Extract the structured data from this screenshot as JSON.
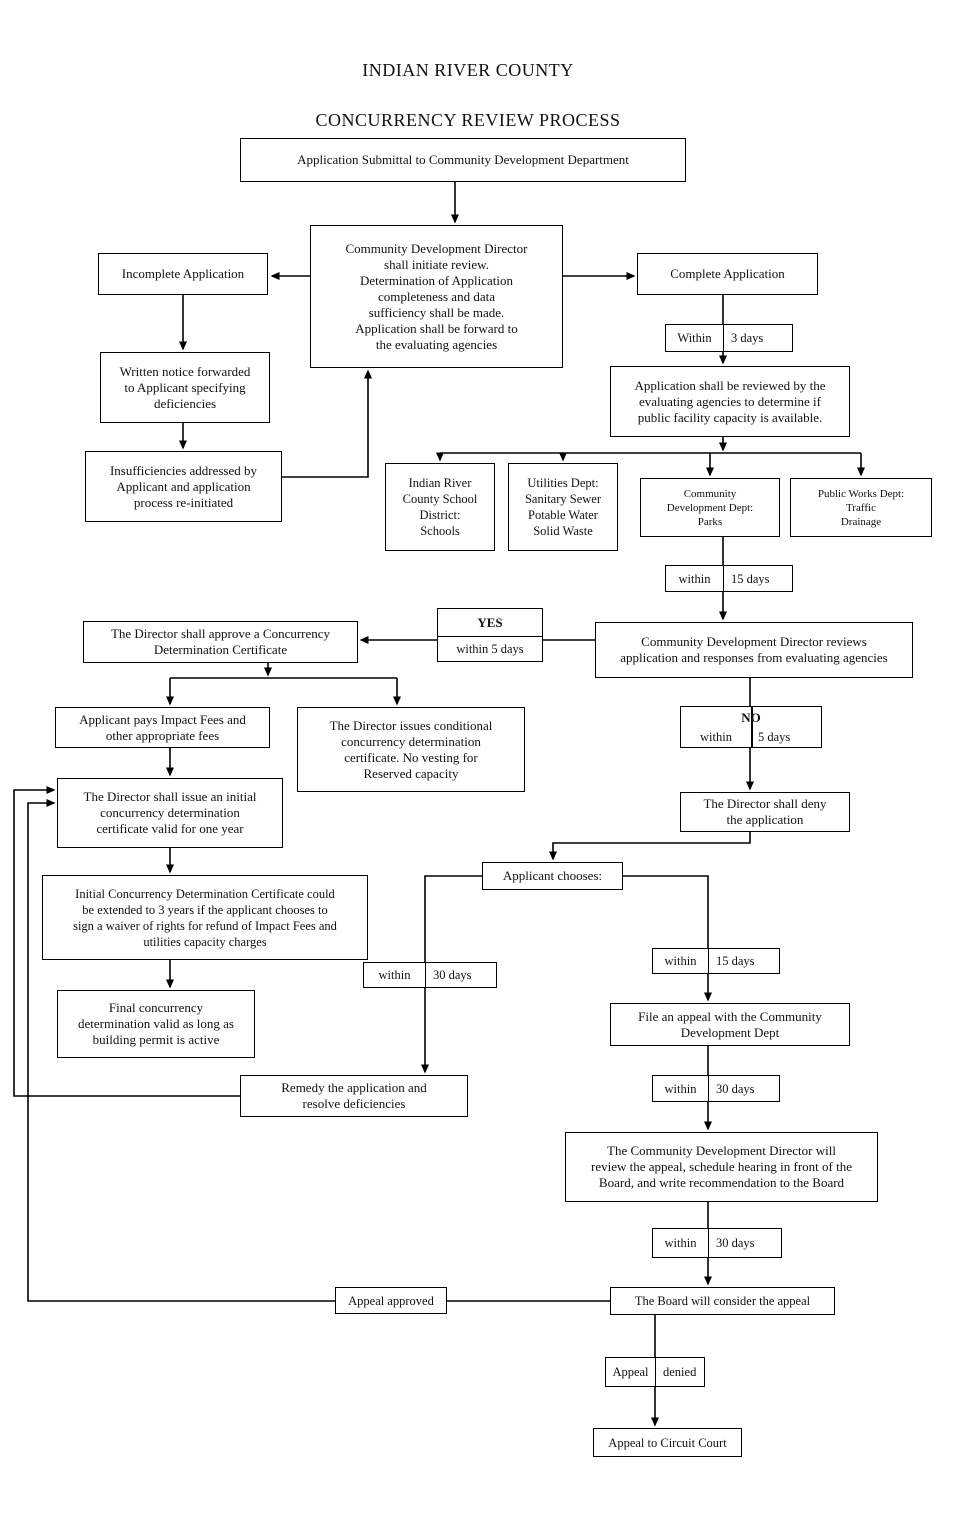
{
  "colors": {
    "line": "#000000",
    "box_border": "#000000",
    "background": "#ffffff",
    "text": "#111111"
  },
  "title": {
    "line1": "INDIAN RIVER COUNTY",
    "line2": "CONCURRENCY REVIEW PROCESS"
  },
  "nodes": {
    "app_submittal": {
      "text": "Application Submittal to Community Development Department"
    },
    "director_review": {
      "text": "Community Development Director\nshall initiate review.\nDetermination of Application\ncompleteness and data\nsufficiency shall be made.\nApplication shall be forward to\nthe evaluating agencies"
    },
    "incomplete": {
      "text": "Incomplete Application"
    },
    "complete": {
      "text": "Complete Application"
    },
    "written_notice": {
      "text": "Written notice forwarded\nto Applicant specifying\ndeficiencies"
    },
    "insufficiencies": {
      "text": "Insufficiencies addressed by\nApplicant and application\nprocess re-initiated"
    },
    "app_reviewed": {
      "text": "Application shall be reviewed by the\nevaluating agencies to determine if\npublic facility capacity is available."
    },
    "school": {
      "text": "Indian River\nCounty School\nDistrict:\nSchools"
    },
    "utilities": {
      "text": "Utilities Dept:\nSanitary Sewer\nPotable Water\nSolid Waste"
    },
    "parks": {
      "text": "Community\nDevelopment Dept:\nParks"
    },
    "publicworks": {
      "text": "Public Works Dept:\nTraffic\nDrainage"
    },
    "reviews": {
      "text": "Community Development Director reviews\napplication and responses from evaluating agencies"
    },
    "approve": {
      "text": "The Director shall approve a Concurrency\nDetermination Certificate"
    },
    "applicant_pays": {
      "text": "Applicant pays Impact Fees and\nother appropriate fees"
    },
    "conditional": {
      "text": "The Director issues conditional\nconcurrency determination\ncertificate.  No vesting for\nReserved capacity"
    },
    "initial_cert": {
      "text": "The Director shall issue an initial\nconcurrency determination\ncertificate valid for one year"
    },
    "deny": {
      "text": "The Director shall deny\nthe application"
    },
    "extended": {
      "text": "Initial Concurrency Determination Certificate could\nbe extended to 3 years if the applicant chooses to\nsign a waiver of rights for refund of Impact Fees and\nutilities capacity charges"
    },
    "applicant_chooses": {
      "text": "Applicant chooses:"
    },
    "final_cert": {
      "text": "Final concurrency\ndetermination valid as long as\nbuilding permit is active"
    },
    "file_appeal": {
      "text": "File an appeal with the Community\nDevelopment Dept"
    },
    "remedy": {
      "text": "Remedy the application and\nresolve deficiencies"
    },
    "review_appeal": {
      "text": "The Community Development Director will\nreview the appeal, schedule hearing in front of the\nBoard, and write recommendation to the Board"
    },
    "appeal_approved": {
      "text": "Appeal approved"
    },
    "board": {
      "text": "The Board will consider the appeal"
    },
    "circuit": {
      "text": "Appeal to Circuit Court"
    }
  },
  "labels": {
    "within3": {
      "left": "Within",
      "right": "3  days"
    },
    "within15_a": {
      "left": "within",
      "right": "15 days"
    },
    "yes": {
      "top": "YES",
      "bottom": "within 5 days"
    },
    "no": {
      "top": "NO",
      "left": "within",
      "right": "5 days"
    },
    "within30_left": {
      "left": "within",
      "right": "30 days"
    },
    "within15_b": {
      "left": "within",
      "right": "15 days"
    },
    "within30_b": {
      "left": "within",
      "right": "30 days"
    },
    "within30_c": {
      "left": "within",
      "right": "30 days"
    },
    "appeal_denied": {
      "left": "Appeal",
      "right": "denied"
    }
  }
}
